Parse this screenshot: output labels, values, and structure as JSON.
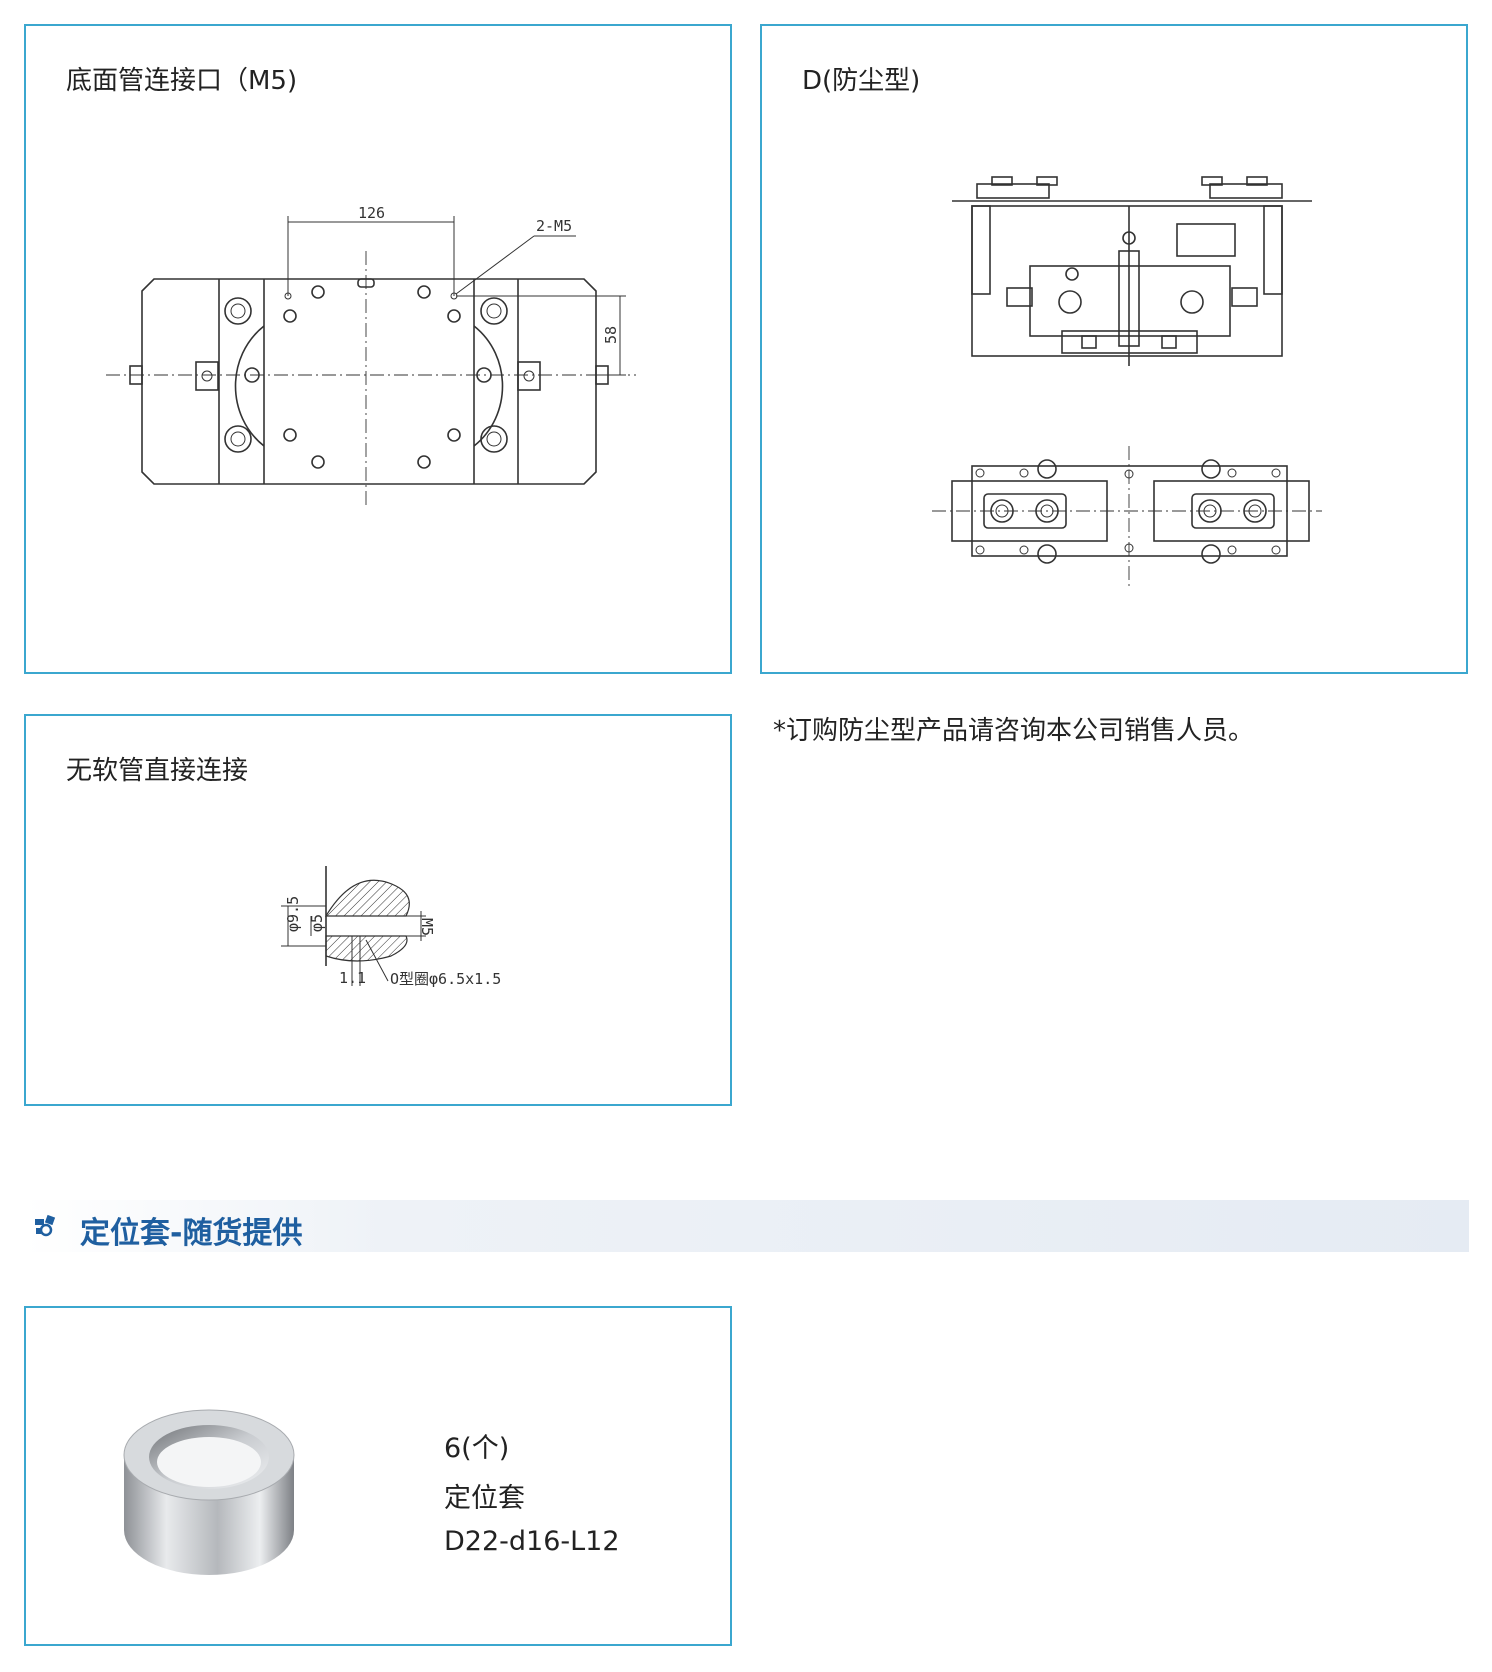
{
  "panels": {
    "bottom_port": {
      "title": "底面管连接口（M5)",
      "dim_126": "126",
      "dim_58": "58",
      "label_2m5": "2-M5"
    },
    "dustproof": {
      "title": "D(防尘型)"
    },
    "direct_connect": {
      "title": "无软管直接连接",
      "dim_phi95": "φ9.5",
      "dim_phi5": "φ5",
      "dim_m5": "M5",
      "dim_11": "1.1",
      "oring_label": "O型圈φ6.5x1.5"
    }
  },
  "note": "*订购防尘型产品请咨询本公司销售人员。",
  "section": {
    "title": "定位套-随货提供",
    "icon": "gear-icon"
  },
  "product": {
    "quantity": "6(个)",
    "name": "定位套",
    "model": "D22-d16-L12"
  },
  "colors": {
    "panel_border": "#3ba7cf",
    "section_title": "#1f5fa0",
    "section_bar": "#e5ebf3"
  }
}
